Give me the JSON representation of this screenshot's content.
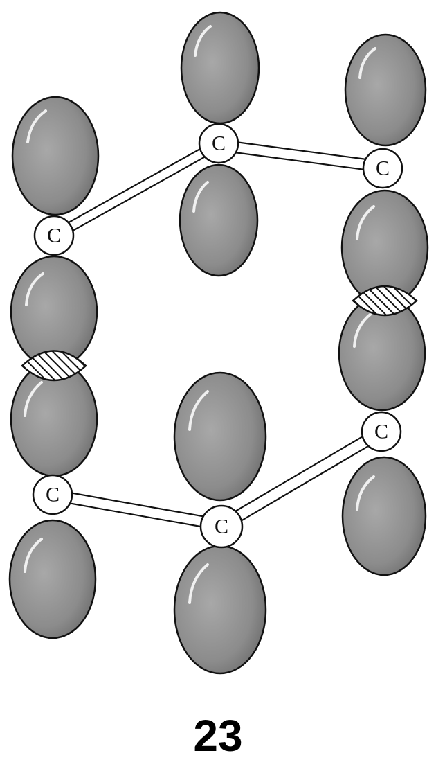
{
  "figure": {
    "atom_label": "C",
    "atom_count": 6,
    "lobe_color": "#8c8c8c",
    "overlap_pattern": "diagonal-hatch"
  },
  "caption": "23"
}
